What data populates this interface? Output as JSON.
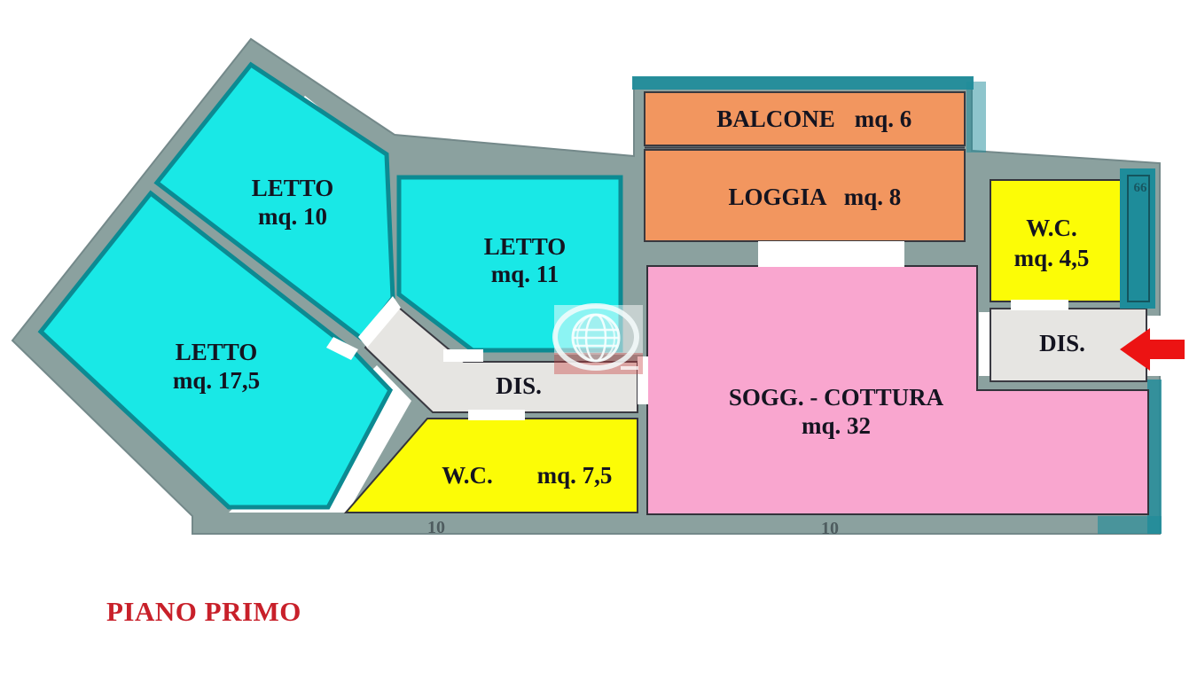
{
  "plan": {
    "title": "PIANO PRIMO",
    "rooms": {
      "letto10": {
        "name": "LETTO",
        "area": "mq. 10"
      },
      "letto175": {
        "name": "LETTO",
        "area": "mq. 17,5"
      },
      "letto11": {
        "name": "LETTO",
        "area": "mq. 11"
      },
      "balcone": {
        "name": "BALCONE",
        "area": "mq. 6"
      },
      "loggia": {
        "name": "LOGGIA",
        "area": "mq. 8"
      },
      "wc45": {
        "name": "W.C.",
        "area": "mq. 4,5"
      },
      "wc75": {
        "name": "W.C.",
        "area": "mq. 7,5"
      },
      "sogg": {
        "name": "SOGG. - COTTURA",
        "area": "mq. 32"
      },
      "dis_central": {
        "name": "DIS."
      },
      "dis_entrance": {
        "name": "DIS."
      }
    },
    "dimensions": {
      "bottom_left": "10",
      "bottom_right": "10",
      "stair": "66"
    },
    "colors": {
      "bedroom_cyan": "#19e8e6",
      "balcony_orange": "#f2965f",
      "wc_yellow": "#fcfc06",
      "living_pink": "#f9a6cf",
      "hall_gray": "#e6e5e2",
      "wall_gray": "#8ba19f",
      "wall_teal": "#1e8c9a",
      "arrow_red": "#ec1313",
      "title_red": "#c8202a",
      "label_ink": "#141420",
      "dim_ink": "#3f4b50"
    }
  }
}
